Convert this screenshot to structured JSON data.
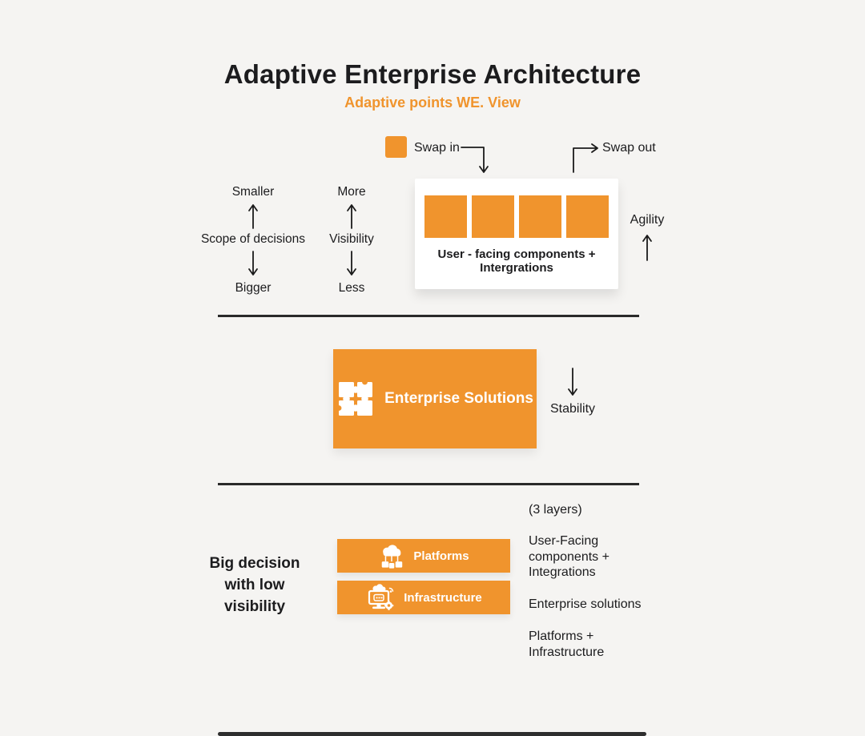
{
  "colors": {
    "background": "#f5f4f2",
    "accent": "#f0942d",
    "text": "#1c1c1e",
    "card": "#ffffff",
    "divider": "#2a2a2a"
  },
  "header": {
    "title": "Adaptive Enterprise Architecture",
    "subtitle": "Adaptive points WE. View"
  },
  "legend": {
    "swap_in": "Swap in",
    "swap_out": "Swap out"
  },
  "axes": {
    "scope": {
      "top": "Smaller",
      "label": "Scope of decisions",
      "bottom": "Bigger"
    },
    "visibility": {
      "top": "More",
      "label": "Visibility",
      "bottom": "Less"
    }
  },
  "user_facing_card": {
    "square_count": 4,
    "caption_line1": "User - facing components +",
    "caption_line2": "Intergrations"
  },
  "agility_label": "Agility",
  "enterprise_box": {
    "label": "Enterprise Solutions",
    "icon": "puzzle-icon"
  },
  "stability_label": "Stability",
  "note": {
    "lines": [
      "Big decision",
      "with low",
      "visibility"
    ]
  },
  "bars": [
    {
      "label": "Platforms",
      "icon": "cloud-network-icon"
    },
    {
      "label": "Infrastructure",
      "icon": "monitor-cloud-icon"
    }
  ],
  "layers": {
    "heading": "(3 layers)",
    "items": [
      "User-Facing components + Integrations",
      "Enterprise solutions",
      "Platforms + Infrastructure"
    ]
  }
}
